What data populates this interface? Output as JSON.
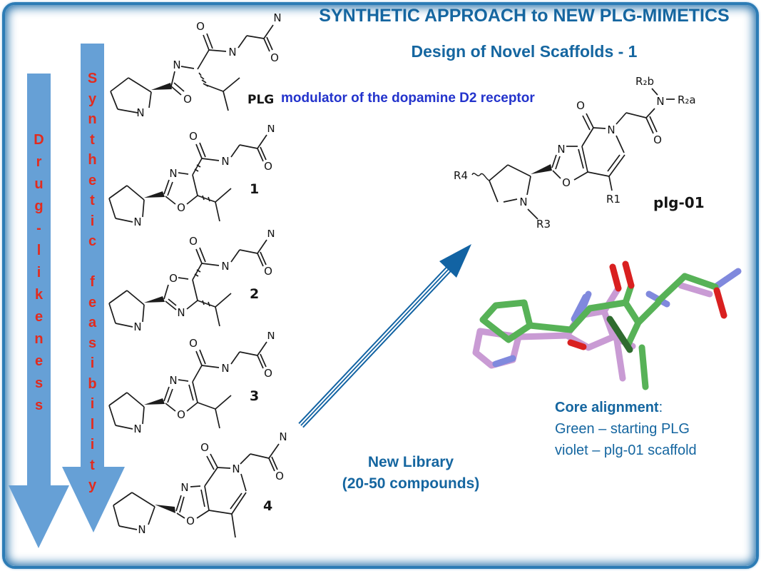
{
  "slide": {
    "title": "SYNTHETIC APPROACH to NEW PLG-MIMETICS",
    "subtitle": "Design of Novel Scaffolds - 1"
  },
  "side_arrows": {
    "drug_likeness": "Drug-likeness",
    "synthetic_feasibility": "Synthetic feasibility"
  },
  "molecules": {
    "plg_label": "PLG",
    "modulator_text": "modulator of the dopamine D2 receptor",
    "compound_labels": [
      "1",
      "2",
      "3",
      "4"
    ],
    "plg01_label": "plg-01",
    "r_groups": {
      "r2b": "R₂b",
      "r2a": "R₂a",
      "r1": "R1",
      "r3": "R3",
      "r4": "R4"
    },
    "atoms": {
      "n": "N",
      "o": "O"
    }
  },
  "library_note": {
    "line1": "New Library",
    "line2": "(20-50 compounds)"
  },
  "core_alignment": {
    "title": "Core alignment",
    "colon": ":",
    "green_line": "Green – starting PLG",
    "violet_line": "violet – plg-01 scaffold"
  },
  "colors": {
    "accent_teal": "#1566a0",
    "bright_blue": "#2333cc",
    "red_text": "#e22b1e",
    "side_arrow_fill": "#66a0d6",
    "diagonal_arrow": "#1263a3",
    "mol_green": "#57b257",
    "mol_dark_green": "#2f6b2f",
    "mol_violet": "#c99bd4",
    "mol_blue": "#8089dd",
    "mol_red": "#d92020"
  }
}
